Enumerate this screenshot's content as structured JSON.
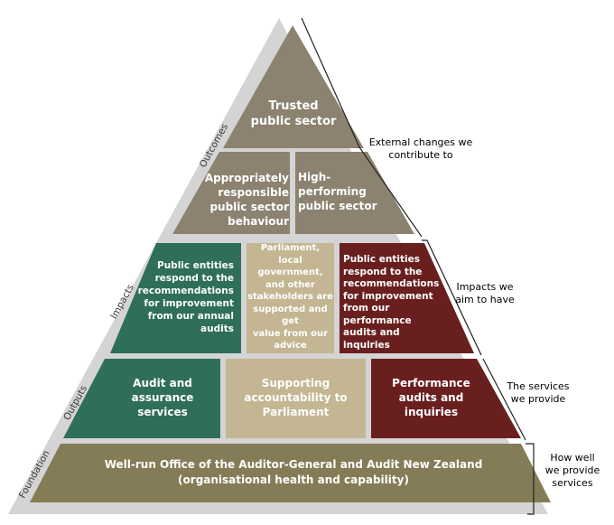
{
  "colors": {
    "frame": "#d4d4d4",
    "taupe": "#8b8370",
    "green": "#2f6e58",
    "sand": "#c4b692",
    "maroon": "#6a1f1f",
    "olive": "#847c56"
  },
  "layer_labels": {
    "outcomes": "Outcomes",
    "impacts": "Impacts",
    "outputs": "Outputs",
    "foundation": "Foundation"
  },
  "boxes": {
    "trusted": "Trusted\npublic sector",
    "appropriately": "Appropriately\nresponsible\npublic sector\nbehaviour",
    "high_performing": "High-\nperforming\npublic sector",
    "impact_audits": "Public entities\nrespond to the\nrecommendations\nfor improvement\nfrom our annual\naudits",
    "impact_parliament": "Parliament,\nlocal government,\nand other\nstakeholders are\nsupported and get\nvalue from our advice",
    "impact_performance": "Public entities\nrespond to the\nrecommendations\nfor improvement\nfrom our\nperformance\naudits and inquiries",
    "output_audit": "Audit and\nassurance\nservices",
    "output_supporting": "Supporting\naccountability to\nParliament",
    "output_performance": "Performance\naudits and\ninquiries",
    "foundation": "Well-run Office of the Auditor-General and Audit New Zealand\n(organisational health and capability)"
  },
  "right_labels": {
    "outcomes": "External changes we\ncontribute to",
    "impacts": "Impacts we\naim to have",
    "outputs": "The services\nwe provide",
    "foundation": "How well\nwe provide\nservices"
  }
}
